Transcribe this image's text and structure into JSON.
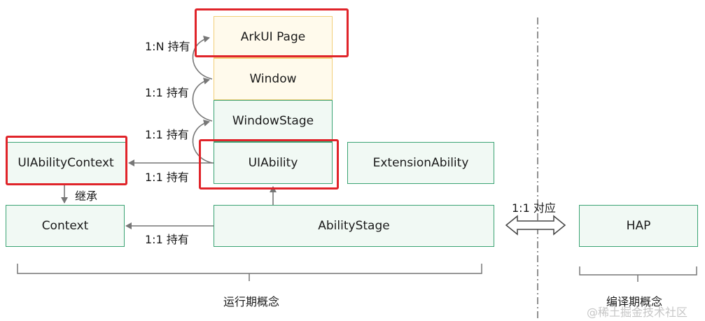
{
  "boxes": {
    "arkui_page": "ArkUI Page",
    "window": "Window",
    "window_stage": "WindowStage",
    "ui_ability": "UIAbility",
    "extension_ability": "ExtensionAbility",
    "ui_ability_context": "UIAbilityContext",
    "context": "Context",
    "ability_stage": "AbilityStage",
    "hap": "HAP"
  },
  "labels": {
    "page_hold": "1:N 持有",
    "window_hold": "1:1 持有",
    "stage_hold": "1:1 持有",
    "context_hold": "1:1 持有",
    "inherit": "继承",
    "ability_context_hold": "1:1 持有",
    "correspond": "1:1 对应",
    "runtime": "运行期概念",
    "compile": "编译期概念"
  },
  "watermark": "@稀土掘金技术社区",
  "colors": {
    "green_border": "#3aa373",
    "green_fill": "#f1f9f4",
    "yellow_border": "#f2cf78",
    "yellow_fill": "#fffaec",
    "highlight": "#e0242a",
    "arrow": "#777777"
  }
}
